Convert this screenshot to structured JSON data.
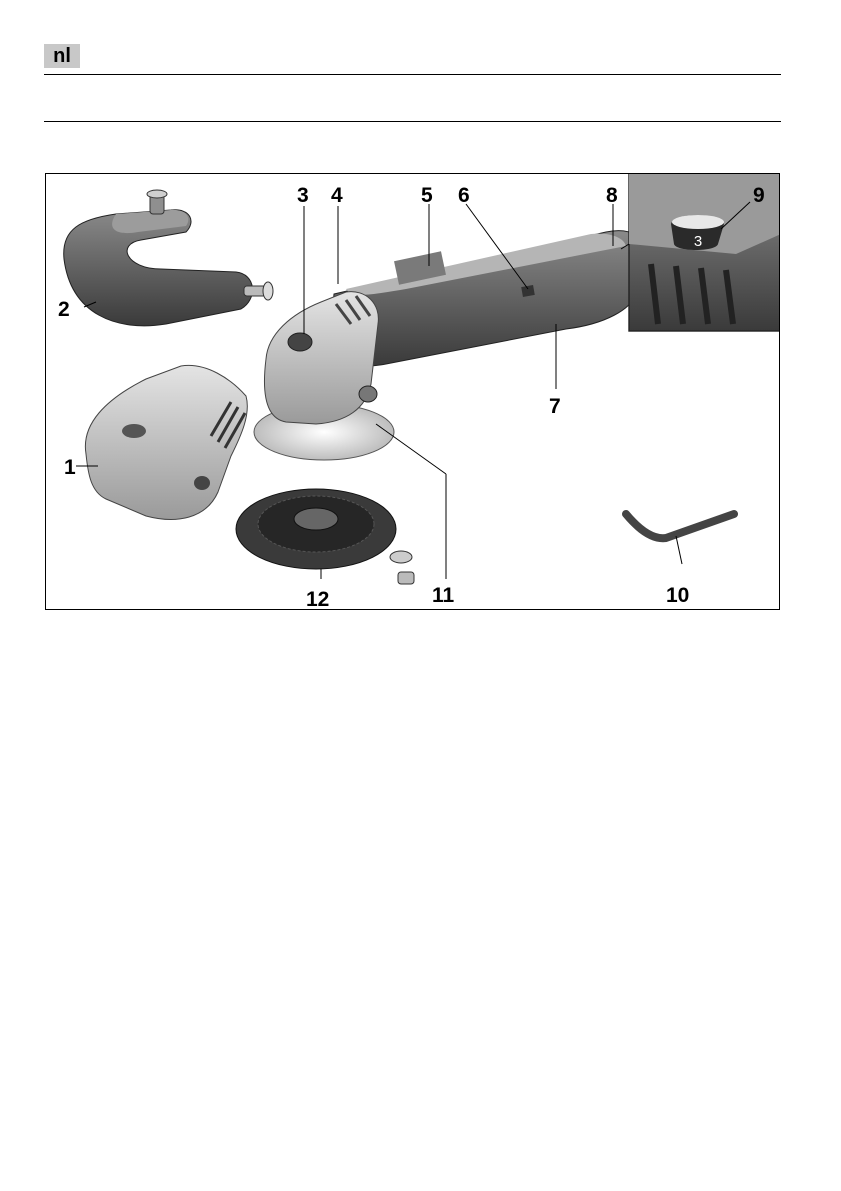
{
  "header": {
    "language": "nl"
  },
  "figure": {
    "callouts": [
      "1",
      "2",
      "3",
      "4",
      "5",
      "6",
      "7",
      "8",
      "9",
      "10",
      "11",
      "12"
    ],
    "dial_value": "3"
  }
}
